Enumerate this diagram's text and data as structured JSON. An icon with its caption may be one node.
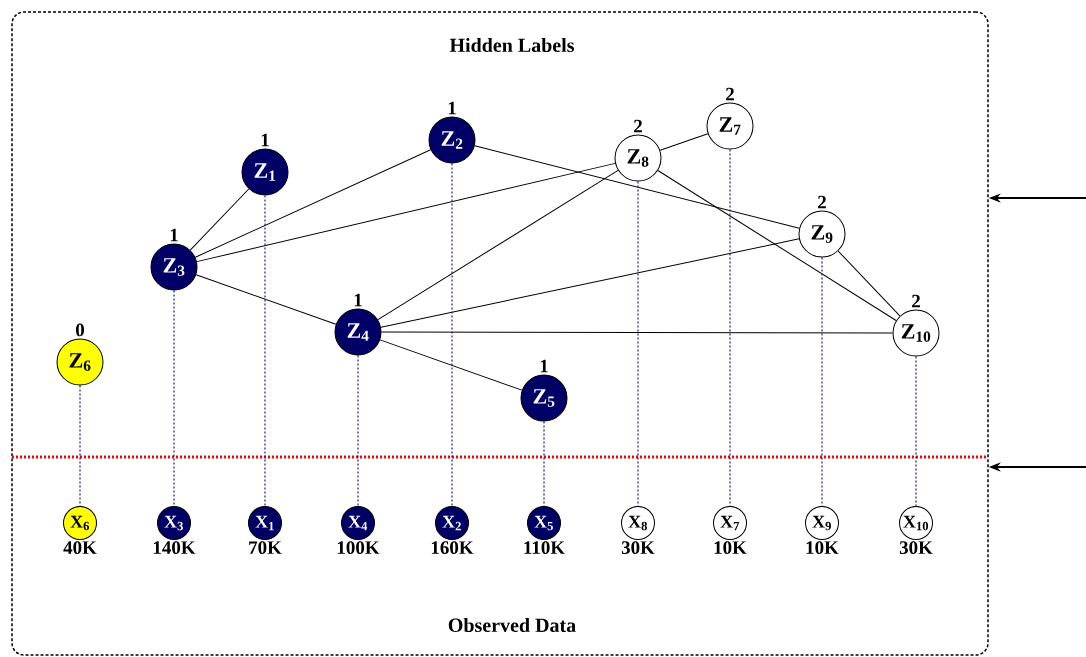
{
  "diagram": {
    "nodes": [
      {
        "text": [
          "Hidden Labels",
          "Observed Data"
        ]
      },
      {
        "text": [
          "Z$_{1}$"
        ],
        "beside": [
          "1"
        ],
        "in": 0
      },
      {
        "text": [
          "Z$_{2}$"
        ],
        "beside": [
          "1"
        ],
        "in": 0
      },
      {
        "text": [
          "Z$_{3}$"
        ],
        "beside": [
          "1"
        ],
        "in": 0
      },
      {
        "text": [
          "Z$_{4}$"
        ],
        "beside": [
          "1"
        ],
        "in": 0
      },
      {
        "text": [
          "Z$_{5}$"
        ],
        "beside": [
          "1"
        ],
        "in": 0
      },
      {
        "text": [
          "Z$_{6}$"
        ],
        "beside": [
          "0"
        ],
        "in": 0
      },
      {
        "text": [
          "Z$_{7}$"
        ],
        "beside": [
          "2"
        ],
        "in": 0
      },
      {
        "text": [
          "Z$_{8}$"
        ],
        "beside": [
          "2"
        ],
        "in": 0
      },
      {
        "text": [
          "Z$_{9}$"
        ],
        "beside": [
          "2"
        ],
        "in": 0
      },
      {
        "text": [
          "Z$_{10}$"
        ],
        "beside": [
          "2"
        ],
        "in": 0
      },
      {
        "text": [
          "X$_{6}$"
        ],
        "beside": [
          "40K"
        ],
        "in": 0
      },
      {
        "text": [
          "X$_{3}$"
        ],
        "beside": [
          "140K"
        ],
        "in": 0
      },
      {
        "text": [
          "X$_{1}$"
        ],
        "beside": [
          "70K"
        ],
        "in": 0
      },
      {
        "text": [
          "X$_{4}$"
        ],
        "beside": [
          "100K"
        ],
        "in": 0
      },
      {
        "text": [
          "X$_{2}$"
        ],
        "beside": [
          "160K"
        ],
        "in": 0
      },
      {
        "text": [
          "X$_{5}$"
        ],
        "beside": [
          "110K"
        ],
        "in": 0
      },
      {
        "text": [
          "X$_{8}$"
        ],
        "beside": [
          "30K"
        ],
        "in": 0
      },
      {
        "text": [
          "X$_{7}$"
        ],
        "beside": [
          "10K"
        ],
        "in": 0
      },
      {
        "text": [
          "X$_{9}$"
        ],
        "beside": [
          "10K"
        ],
        "in": 0
      },
      {
        "text": [
          "X$_{10}$"
        ],
        "beside": [
          "30K"
        ],
        "in": 0
      }
    ],
    "edges": [
      {
        "from": 3,
        "to": 1,
        "arrow": "none"
      },
      {
        "from": 3,
        "to": 2,
        "arrow": "none"
      },
      {
        "from": 3,
        "to": 8,
        "arrow": "none"
      },
      {
        "from": 3,
        "to": 4,
        "arrow": "none"
      },
      {
        "from": 2,
        "to": 9,
        "arrow": "none"
      },
      {
        "from": 8,
        "to": 7,
        "arrow": "none"
      },
      {
        "from": 8,
        "to": 4,
        "arrow": "none"
      },
      {
        "from": 8,
        "to": 10,
        "arrow": "none"
      },
      {
        "from": 9,
        "to": 4,
        "arrow": "none"
      },
      {
        "from": 9,
        "to": 10,
        "arrow": "none"
      },
      {
        "from": 4,
        "to": 10,
        "arrow": "none"
      },
      {
        "from": 4,
        "to": 5,
        "arrow": "none"
      },
      {
        "from": 6,
        "to": 11,
        "arrow": "none",
        "style": "dashed",
        "color": "#1a1a99"
      },
      {
        "from": 3,
        "to": 12,
        "arrow": "none",
        "style": "dashed",
        "color": "#1a1a99"
      },
      {
        "from": 1,
        "to": 13,
        "arrow": "none",
        "style": "dashed",
        "color": "#1a1a99"
      },
      {
        "from": 4,
        "to": 14,
        "arrow": "none",
        "style": "dashed",
        "color": "#1a1a99"
      },
      {
        "from": 2,
        "to": 15,
        "arrow": "none",
        "style": "dashed",
        "color": "#1a1a99"
      },
      {
        "from": 5,
        "to": 16,
        "arrow": "none",
        "style": "dashed",
        "color": "#1a1a99"
      },
      {
        "from": 8,
        "to": 17,
        "arrow": "none",
        "style": "dashed",
        "color": "#1a1a99"
      },
      {
        "from": 7,
        "to": 18,
        "arrow": "none",
        "style": "dashed",
        "color": "#1a1a99"
      },
      {
        "from": 9,
        "to": 19,
        "arrow": "none",
        "style": "dashed",
        "color": "#1a1a99"
      },
      {
        "from": 10,
        "to": 20,
        "arrow": "none",
        "style": "dashed",
        "color": "#1a1a99"
      },
      {
        "from": null,
        "to": 0,
        "arrow": "to"
      },
      {
        "from": null,
        "to": 0,
        "arrow": "to"
      }
    ]
  }
}
